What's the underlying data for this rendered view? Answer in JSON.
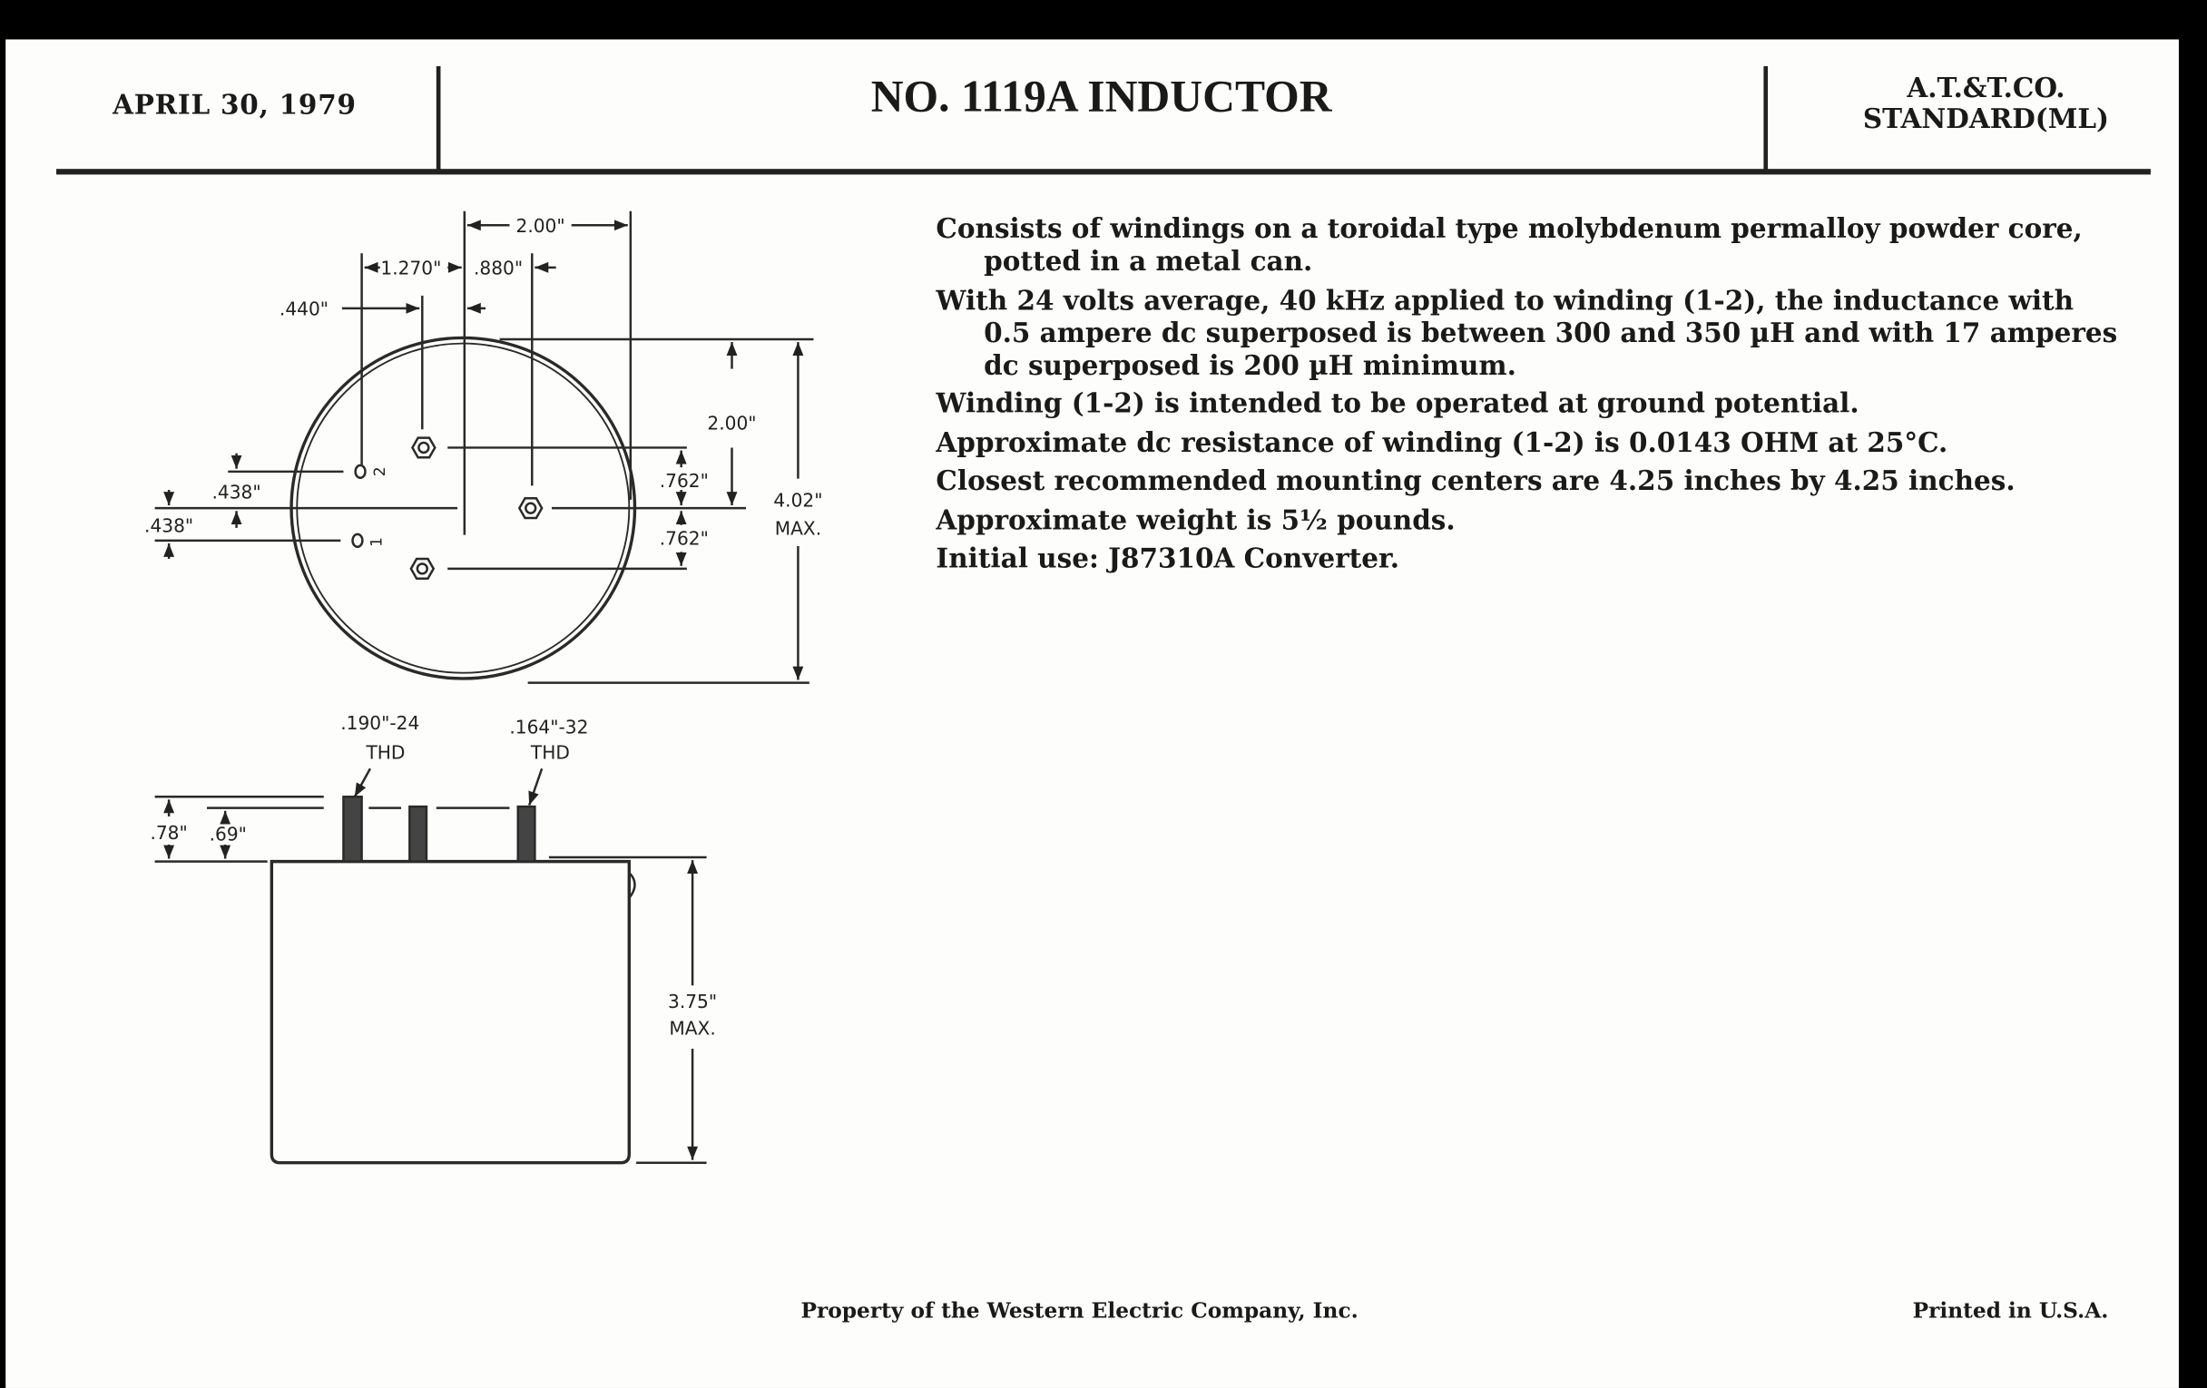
{
  "header": {
    "date": "APRIL 30, 1979",
    "title": "NO. 1119A INDUCTOR",
    "standard_line1": "A.T.&T.CO.",
    "standard_line2": "STANDARD(ML)"
  },
  "description": [
    {
      "lines": [
        "Consists of windings on a toroidal type molybdenum permalloy powder core,",
        "potted in a metal can."
      ]
    },
    {
      "lines": [
        "With 24 volts average, 40 kHz applied to winding (1-2), the inductance with",
        "0.5 ampere dc superposed is between 300 and 350 µH and with 17 amperes",
        "dc superposed is 200 µH minimum."
      ]
    },
    {
      "lines": [
        "Winding (1-2) is intended to be operated at ground potential."
      ]
    },
    {
      "lines": [
        "Approximate dc resistance of winding (1-2) is 0.0143 OHM at 25°C."
      ]
    },
    {
      "lines": [
        "Closest recommended mounting centers are 4.25 inches by 4.25 inches."
      ]
    },
    {
      "lines": [
        "Approximate weight is 5½ pounds."
      ]
    },
    {
      "lines": [
        "Initial use:  J87310A Converter."
      ]
    }
  ],
  "drawing": {
    "top_view": {
      "dim_2_00_top": "2.00\"",
      "dim_1_270": "1.270\"",
      "dim_880": ".880\"",
      "dim_440": ".440\"",
      "dim_2_00_right": "2.00\"",
      "dim_762_upper": ".762\"",
      "dim_762_lower": ".762\"",
      "dim_4_02": "4.02\"",
      "dim_4_02_max": "MAX.",
      "dim_438_upper": ".438\"",
      "dim_438_lower": ".438\"",
      "terminal_2": "2",
      "terminal_1": "1"
    },
    "side_view": {
      "thread_190": ".190\"-24",
      "thread_190_thd": "THD",
      "thread_164": ".164\"-32",
      "thread_164_thd": "THD",
      "dim_78": ".78\"",
      "dim_69": ".69\"",
      "dim_3_75": "3.75\"",
      "dim_3_75_max": "MAX."
    }
  },
  "footer": {
    "property": "Property of the Western Electric Company, Inc.",
    "printed": "Printed in U.S.A."
  }
}
